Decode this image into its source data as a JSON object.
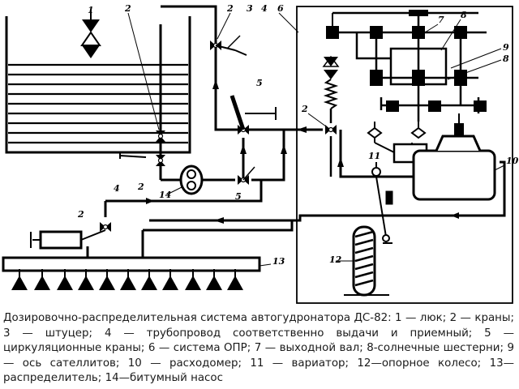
{
  "caption": "Дозировочно-распределительная система автогудронатора ДС-82: 1 — люк; 2 — краны; 3 — штуцер; 4 — трубопровод соответственно выдачи и приемный; 5 — циркуляционные краны; 6 — система ОПР; 7 — выходной вал; 8-солнечные шестерни; 9 — ось сателлитов; 10 — расходомер; 11 — вариатор; 12—опорное колесо; 13—распределитель; 14—битумный насос",
  "labels": {
    "n1": "1",
    "n2a": "2",
    "n2b": "2",
    "n3": "3",
    "n4a": "4",
    "n6": "6",
    "n7": "7",
    "n8a": "8",
    "n9": "9",
    "n8b": "8",
    "n5a": "5",
    "n2c": "2",
    "n4b": "4",
    "n2d": "2",
    "n14": "14",
    "n5b": "5",
    "n11": "11",
    "n10": "10",
    "n2e": "2",
    "n12": "12",
    "n13": "13"
  },
  "colors": {
    "ink": "#000000",
    "background": "#ffffff",
    "caption_text": "#1a1a1a"
  },
  "icons": [
    "valve-icon",
    "hatch-icon",
    "pump-icon",
    "nozzle-icon",
    "flowmeter-icon",
    "variator-icon",
    "wheel-icon",
    "gear-icon",
    "arrow-icon"
  ]
}
